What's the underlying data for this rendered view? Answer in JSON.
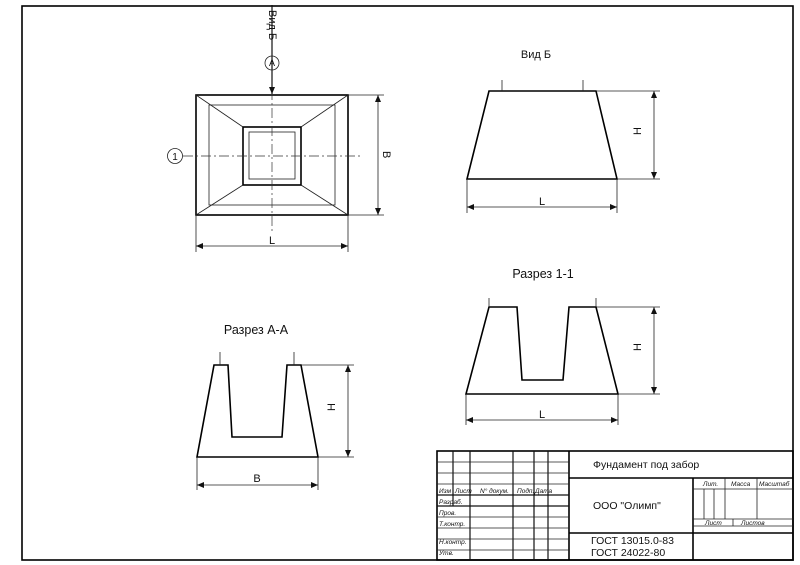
{
  "views": {
    "plan": {
      "view_label": "Вид Б",
      "section_mark": "А",
      "callout": "1",
      "dim_width": "L",
      "dim_depth": "B"
    },
    "view_b": {
      "title": "Вид Б",
      "dim_width": "L",
      "dim_height": "H"
    },
    "section_11": {
      "title": "Разрез 1-1",
      "dim_width": "L",
      "dim_height": "H"
    },
    "section_aa": {
      "title": "Разрез А-А",
      "dim_width": "B",
      "dim_height": "H"
    }
  },
  "title_block": {
    "drawing_title": "Фундамент под забор",
    "organization": "ООО \"Олимп\"",
    "standard_1": "ГОСТ 13015.0-83",
    "standard_2": "ГОСТ 24022-80",
    "col_headers": [
      "Изм",
      "Лист",
      "N° докум.",
      "Подп.",
      "Дата"
    ],
    "row_labels": [
      "Разраб.",
      "Пров.",
      "Т.контр.",
      "Н.контр.",
      "Утв."
    ],
    "lit_label": "Лит.",
    "mass_label": "Масса",
    "scale_label": "Масштаб",
    "sheet_label": "Лист",
    "sheets_label": "Листов"
  }
}
